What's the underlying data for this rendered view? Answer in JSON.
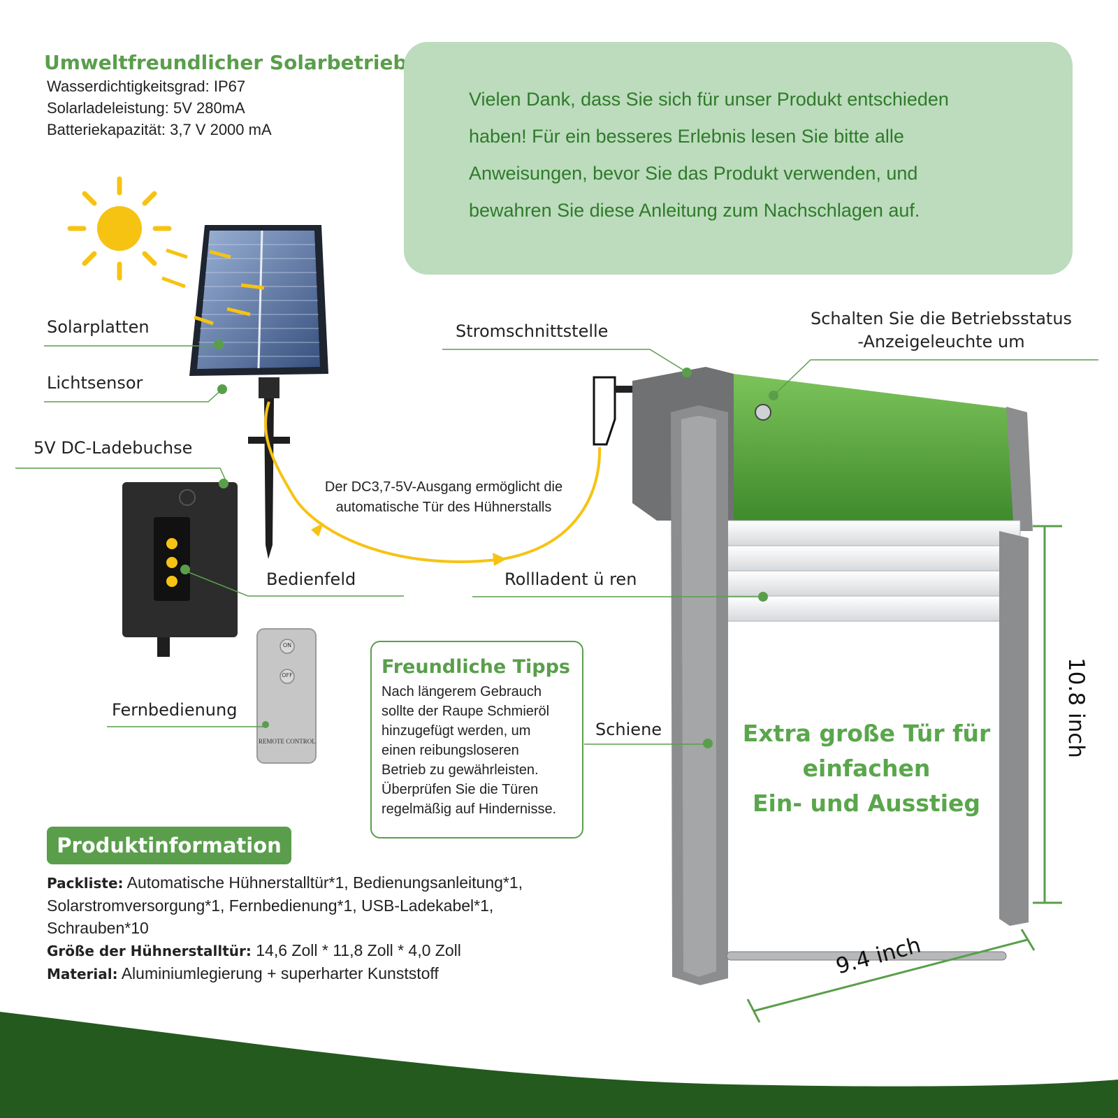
{
  "solar": {
    "title": "Umweltfreundlicher Solarbetrieb",
    "specs": [
      "Wasserdichtigkeitsgrad: IP67",
      "Solarladeleistung: 5V 280mA",
      "Batteriekapazität: 3,7 V 2000 mA"
    ]
  },
  "thanks": {
    "lines": [
      "Vielen Dank, dass Sie sich für unser Produkt entschieden",
      "haben! Für ein besseres Erlebnis lesen Sie bitte alle",
      "Anweisungen, bevor Sie das Produkt verwenden, und",
      "bewahren Sie diese Anleitung zum Nachschlagen auf."
    ]
  },
  "labels": {
    "solar_panels": "Solarplatten",
    "light_sensor": "Lichtsensor",
    "dc_socket": "5V DC-Ladebuchse",
    "power_interface": "Stromschnittstelle",
    "status_light_line1": "Schalten Sie die Betriebsstatus",
    "status_light_line2": "-Anzeigeleuchte um",
    "dc_output_line1": "Der DC3,7-5V-Ausgang ermöglicht die",
    "dc_output_line2": "automatische Tür des Hühnerstalls",
    "control_panel": "Bedienfeld",
    "roller_doors": "Rollladent ü ren",
    "remote_control": "Fernbedienung",
    "rail": "Schiene",
    "remote_on": "ON",
    "remote_off": "OFF",
    "remote_text": "REMOTE CONTROL"
  },
  "tips": {
    "title": "Freundliche Tipps",
    "lines": [
      "Nach längerem Gebrauch",
      "sollte der Raupe Schmieröl",
      "hinzugefügt werden, um",
      "einen reibungsloseren",
      "Betrieb zu gewährleisten.",
      "Überprüfen Sie die Türen",
      "regelmäßig auf Hindernisse."
    ]
  },
  "product_info": {
    "badge": "Produktinformation",
    "packlist_label": "Packliste:",
    "packlist_line1": " Automatische Hühnerstalltür*1, Bedienungsanleitung*1,",
    "packlist_line2": "Solarstromversorgung*1, Fernbedienung*1, USB-Ladekabel*1,",
    "packlist_line3": "Schrauben*10",
    "size_label": "Größe der Hühnerstalltür:",
    "size_value": " 14,6 Zoll * 11,8 Zoll * 4,0 Zoll",
    "material_label": "Material:",
    "material_value": " Aluminiumlegierung + superharter Kunststoff"
  },
  "door": {
    "slogan_line1": "Extra große Tür für",
    "slogan_line2": "einfachen",
    "slogan_line3": "Ein- und Ausstieg",
    "height": "10.8 inch",
    "width": "9.4 inch"
  },
  "colors": {
    "accent_green": "#5a9e4c",
    "thanks_bg": "#bcdcbd",
    "thanks_text": "#2f7a2a",
    "dark_green_wave": "#245a1e",
    "sun_yellow": "#f6c313",
    "housing_green": "#5fa53f",
    "frame_gray": "#8b8d8f"
  }
}
